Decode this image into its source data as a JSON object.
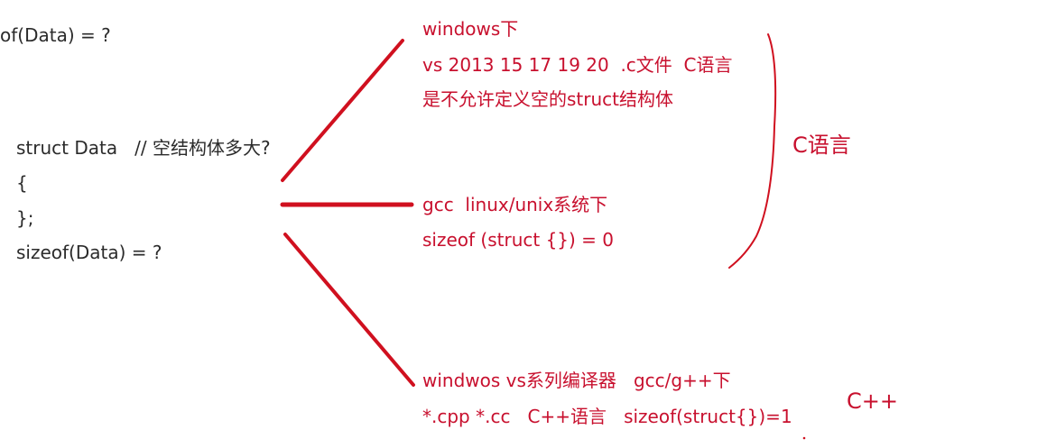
{
  "left_code": {
    "top_partial": "of(Data) = ?",
    "line1": "struct Data   // 空结构体多大?",
    "line2": "{",
    "line3": "};",
    "line4": "sizeof(Data) = ?"
  },
  "branch_windows": {
    "line1": "windows下",
    "line2": "vs 2013 15 17 19 20  .c文件  C语言",
    "line3": "是不允许定义空的struct结构体"
  },
  "branch_gcc": {
    "line1": "gcc  linux/unix系统下",
    "line2": "sizeof (struct {}) = 0"
  },
  "branch_cpp": {
    "line1": "windwos vs系列编译器   gcc/g++下",
    "line2": "*.cpp *.cc   C++语言   sizeof(struct{})=1"
  },
  "group_labels": {
    "c_language": "C语言",
    "cpp_language": "C++"
  },
  "colors": {
    "ink_dark": "#2b2b2b",
    "ink_red": "#c8102e"
  }
}
